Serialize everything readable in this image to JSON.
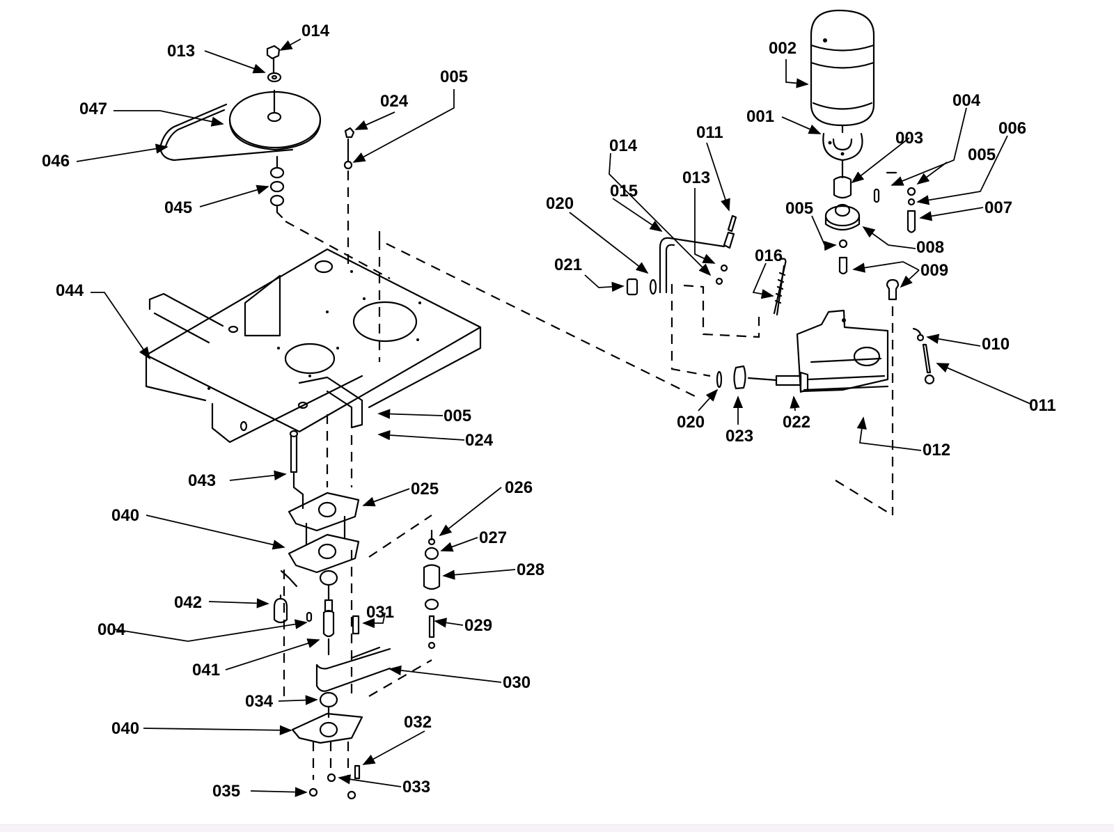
{
  "diagram": {
    "type": "exploded-parts-diagram",
    "subject": "motor, pulley and base plate assembly",
    "callouts": [
      {
        "id": "c1",
        "label": "014"
      },
      {
        "id": "c2",
        "label": "013"
      },
      {
        "id": "c3",
        "label": "047"
      },
      {
        "id": "c4",
        "label": "046"
      },
      {
        "id": "c5",
        "label": "045"
      },
      {
        "id": "c6",
        "label": "024"
      },
      {
        "id": "c7",
        "label": "005"
      },
      {
        "id": "c8",
        "label": "044"
      },
      {
        "id": "c9",
        "label": "005"
      },
      {
        "id": "c10",
        "label": "024"
      },
      {
        "id": "c11",
        "label": "043"
      },
      {
        "id": "c12",
        "label": "025"
      },
      {
        "id": "c13",
        "label": "040"
      },
      {
        "id": "c14",
        "label": "026"
      },
      {
        "id": "c15",
        "label": "027"
      },
      {
        "id": "c16",
        "label": "028"
      },
      {
        "id": "c17",
        "label": "042"
      },
      {
        "id": "c18",
        "label": "004"
      },
      {
        "id": "c19",
        "label": "031"
      },
      {
        "id": "c20",
        "label": "029"
      },
      {
        "id": "c21",
        "label": "041"
      },
      {
        "id": "c22",
        "label": "030"
      },
      {
        "id": "c23",
        "label": "034"
      },
      {
        "id": "c24",
        "label": "040"
      },
      {
        "id": "c25",
        "label": "032"
      },
      {
        "id": "c26",
        "label": "033"
      },
      {
        "id": "c27",
        "label": "035"
      },
      {
        "id": "c28",
        "label": "002"
      },
      {
        "id": "c29",
        "label": "001"
      },
      {
        "id": "c30",
        "label": "004"
      },
      {
        "id": "c31",
        "label": "003"
      },
      {
        "id": "c32",
        "label": "006"
      },
      {
        "id": "c33",
        "label": "005"
      },
      {
        "id": "c34",
        "label": "007"
      },
      {
        "id": "c35",
        "label": "005"
      },
      {
        "id": "c36",
        "label": "008"
      },
      {
        "id": "c37",
        "label": "009"
      },
      {
        "id": "c38",
        "label": "011"
      },
      {
        "id": "c39",
        "label": "014"
      },
      {
        "id": "c40",
        "label": "013"
      },
      {
        "id": "c41",
        "label": "015"
      },
      {
        "id": "c42",
        "label": "020"
      },
      {
        "id": "c43",
        "label": "021"
      },
      {
        "id": "c44",
        "label": "016"
      },
      {
        "id": "c45",
        "label": "010"
      },
      {
        "id": "c46",
        "label": "011"
      },
      {
        "id": "c47",
        "label": "012"
      },
      {
        "id": "c48",
        "label": "020"
      },
      {
        "id": "c49",
        "label": "023"
      },
      {
        "id": "c50",
        "label": "022"
      }
    ]
  }
}
